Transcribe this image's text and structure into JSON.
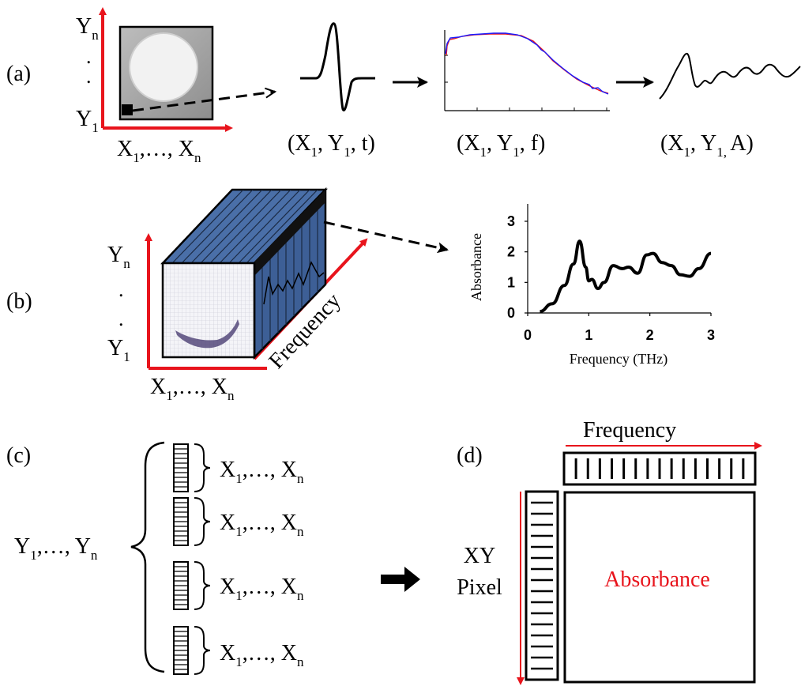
{
  "panel_labels": {
    "a": "(a)",
    "b": "(b)",
    "c": "(c)",
    "d": "(d)"
  },
  "colors": {
    "axis_red": "#e8141c",
    "cube_blue": "#4a6fa8",
    "spectrum_blue": "#1a1aff",
    "absorbance_label": "#e8141c"
  },
  "panel_a": {
    "y_axis_top": {
      "main": "Y",
      "sub": "n"
    },
    "y_axis_bottom": {
      "main": "Y",
      "sub": "1"
    },
    "x_axis": {
      "a": "X",
      "sub1": "1",
      "mid": ",…, X",
      "sub2": "n"
    },
    "coords_time": {
      "open": "(X",
      "sub1": "1",
      "mid": ", Y",
      "sub2": "1",
      "close": ", t)"
    },
    "coords_freq": {
      "open": "(X",
      "sub1": "1",
      "mid": ", Y",
      "sub2": "1",
      "close": ", f)"
    },
    "coords_abs": {
      "open": "(X",
      "sub1": "1",
      "mid": ", Y",
      "sub2": "1, ",
      "close": "A)"
    }
  },
  "panel_b": {
    "y_axis_top": {
      "main": "Y",
      "sub": "n"
    },
    "y_axis_bottom": {
      "main": "Y",
      "sub": "1"
    },
    "x_axis": {
      "a": "X",
      "sub1": "1",
      "mid": ",…, X",
      "sub2": "n"
    },
    "frequency_axis_label": "Frequency"
  },
  "chart_data": {
    "type": "line",
    "xlabel": "Frequency (THz)",
    "ylabel": "Absorbance",
    "xlim": [
      0,
      3
    ],
    "ylim": [
      0,
      3
    ],
    "x_ticks": [
      "0",
      "1",
      "2",
      "3"
    ],
    "y_ticks": [
      "0",
      "1",
      "2",
      "3"
    ],
    "x": [
      0.2,
      0.4,
      0.6,
      0.75,
      0.85,
      0.95,
      1.0,
      1.05,
      1.15,
      1.25,
      1.4,
      1.55,
      1.65,
      1.8,
      1.95,
      2.05,
      2.2,
      2.35,
      2.5,
      2.65,
      2.8,
      3.0
    ],
    "y": [
      0.05,
      0.3,
      0.9,
      1.6,
      2.35,
      1.5,
      1.05,
      1.1,
      0.8,
      1.0,
      1.55,
      1.45,
      1.5,
      1.3,
      1.9,
      1.95,
      1.65,
      1.55,
      1.25,
      1.2,
      1.45,
      1.95
    ]
  },
  "panel_c": {
    "y_label": {
      "a": "Y",
      "sub1": "1",
      "mid": ",…, Y",
      "sub2": "n"
    },
    "rows": [
      {
        "a": "X",
        "sub1": "1",
        "mid": ",…, X",
        "sub2": "n"
      },
      {
        "a": "X",
        "sub1": "1",
        "mid": ",…, X",
        "sub2": "n"
      },
      {
        "a": "X",
        "sub1": "1",
        "mid": ",…, X",
        "sub2": "n"
      },
      {
        "a": "X",
        "sub1": "1",
        "mid": ",…, X",
        "sub2": "n"
      }
    ]
  },
  "panel_d": {
    "frequency_label": "Frequency",
    "xy_label_line1": "XY",
    "xy_label_line2": "Pixel",
    "matrix_label": "Absorbance"
  }
}
